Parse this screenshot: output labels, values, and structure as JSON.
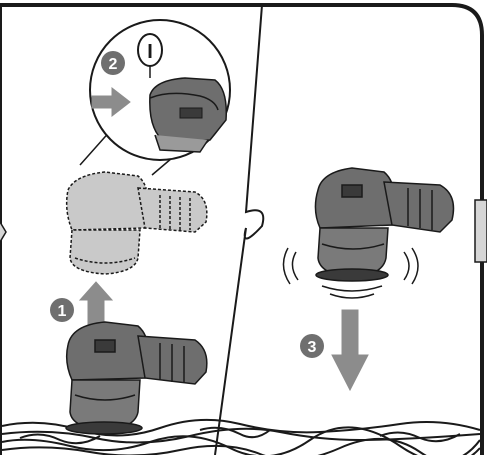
{
  "steps": [
    {
      "number": "1"
    },
    {
      "number": "2"
    },
    {
      "number": "3"
    }
  ],
  "power_switch_symbol": "I",
  "colors": {
    "outline": "#1a1a1a",
    "tool_body": "#6e6e6e",
    "tool_dark": "#3a3a3a",
    "tool_light": "#9a9a9a",
    "ghost_fill": "#c9c9c9",
    "arrow": "#8c8c8c",
    "badge": "#6f6f6f",
    "badge_text": "#ffffff",
    "edge_tab": "#d6d6d6"
  },
  "icons": {
    "step1": "arrow-up-icon",
    "step2": "arrow-right-icon",
    "step3": "arrow-down-icon",
    "vibration": "vibration-waves-icon",
    "switch": "power-switch-icon"
  }
}
